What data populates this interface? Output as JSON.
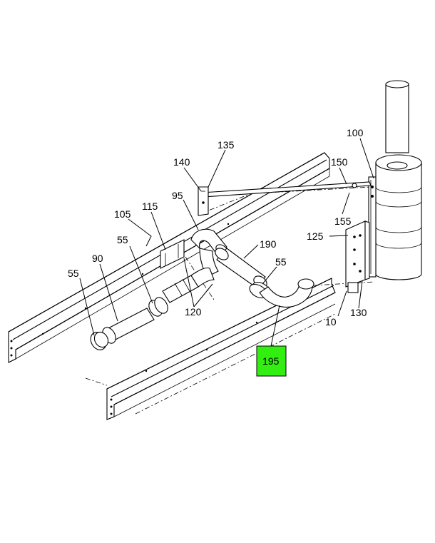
{
  "callouts": [
    {
      "id": "c100",
      "label": "100"
    },
    {
      "id": "c135",
      "label": "135"
    },
    {
      "id": "c140",
      "label": "140"
    },
    {
      "id": "c150",
      "label": "150"
    },
    {
      "id": "c95",
      "label": "95"
    },
    {
      "id": "c105",
      "label": "105"
    },
    {
      "id": "c115",
      "label": "115"
    },
    {
      "id": "c155",
      "label": "155"
    },
    {
      "id": "c125",
      "label": "125"
    },
    {
      "id": "c55a",
      "label": "55"
    },
    {
      "id": "c190",
      "label": "190"
    },
    {
      "id": "c90",
      "label": "90"
    },
    {
      "id": "c55b",
      "label": "55"
    },
    {
      "id": "c55c",
      "label": "55"
    },
    {
      "id": "c120",
      "label": "120"
    },
    {
      "id": "c10",
      "label": "10"
    },
    {
      "id": "c130",
      "label": "130"
    }
  ],
  "highlight": {
    "label": "195",
    "color": "#33ee11"
  }
}
